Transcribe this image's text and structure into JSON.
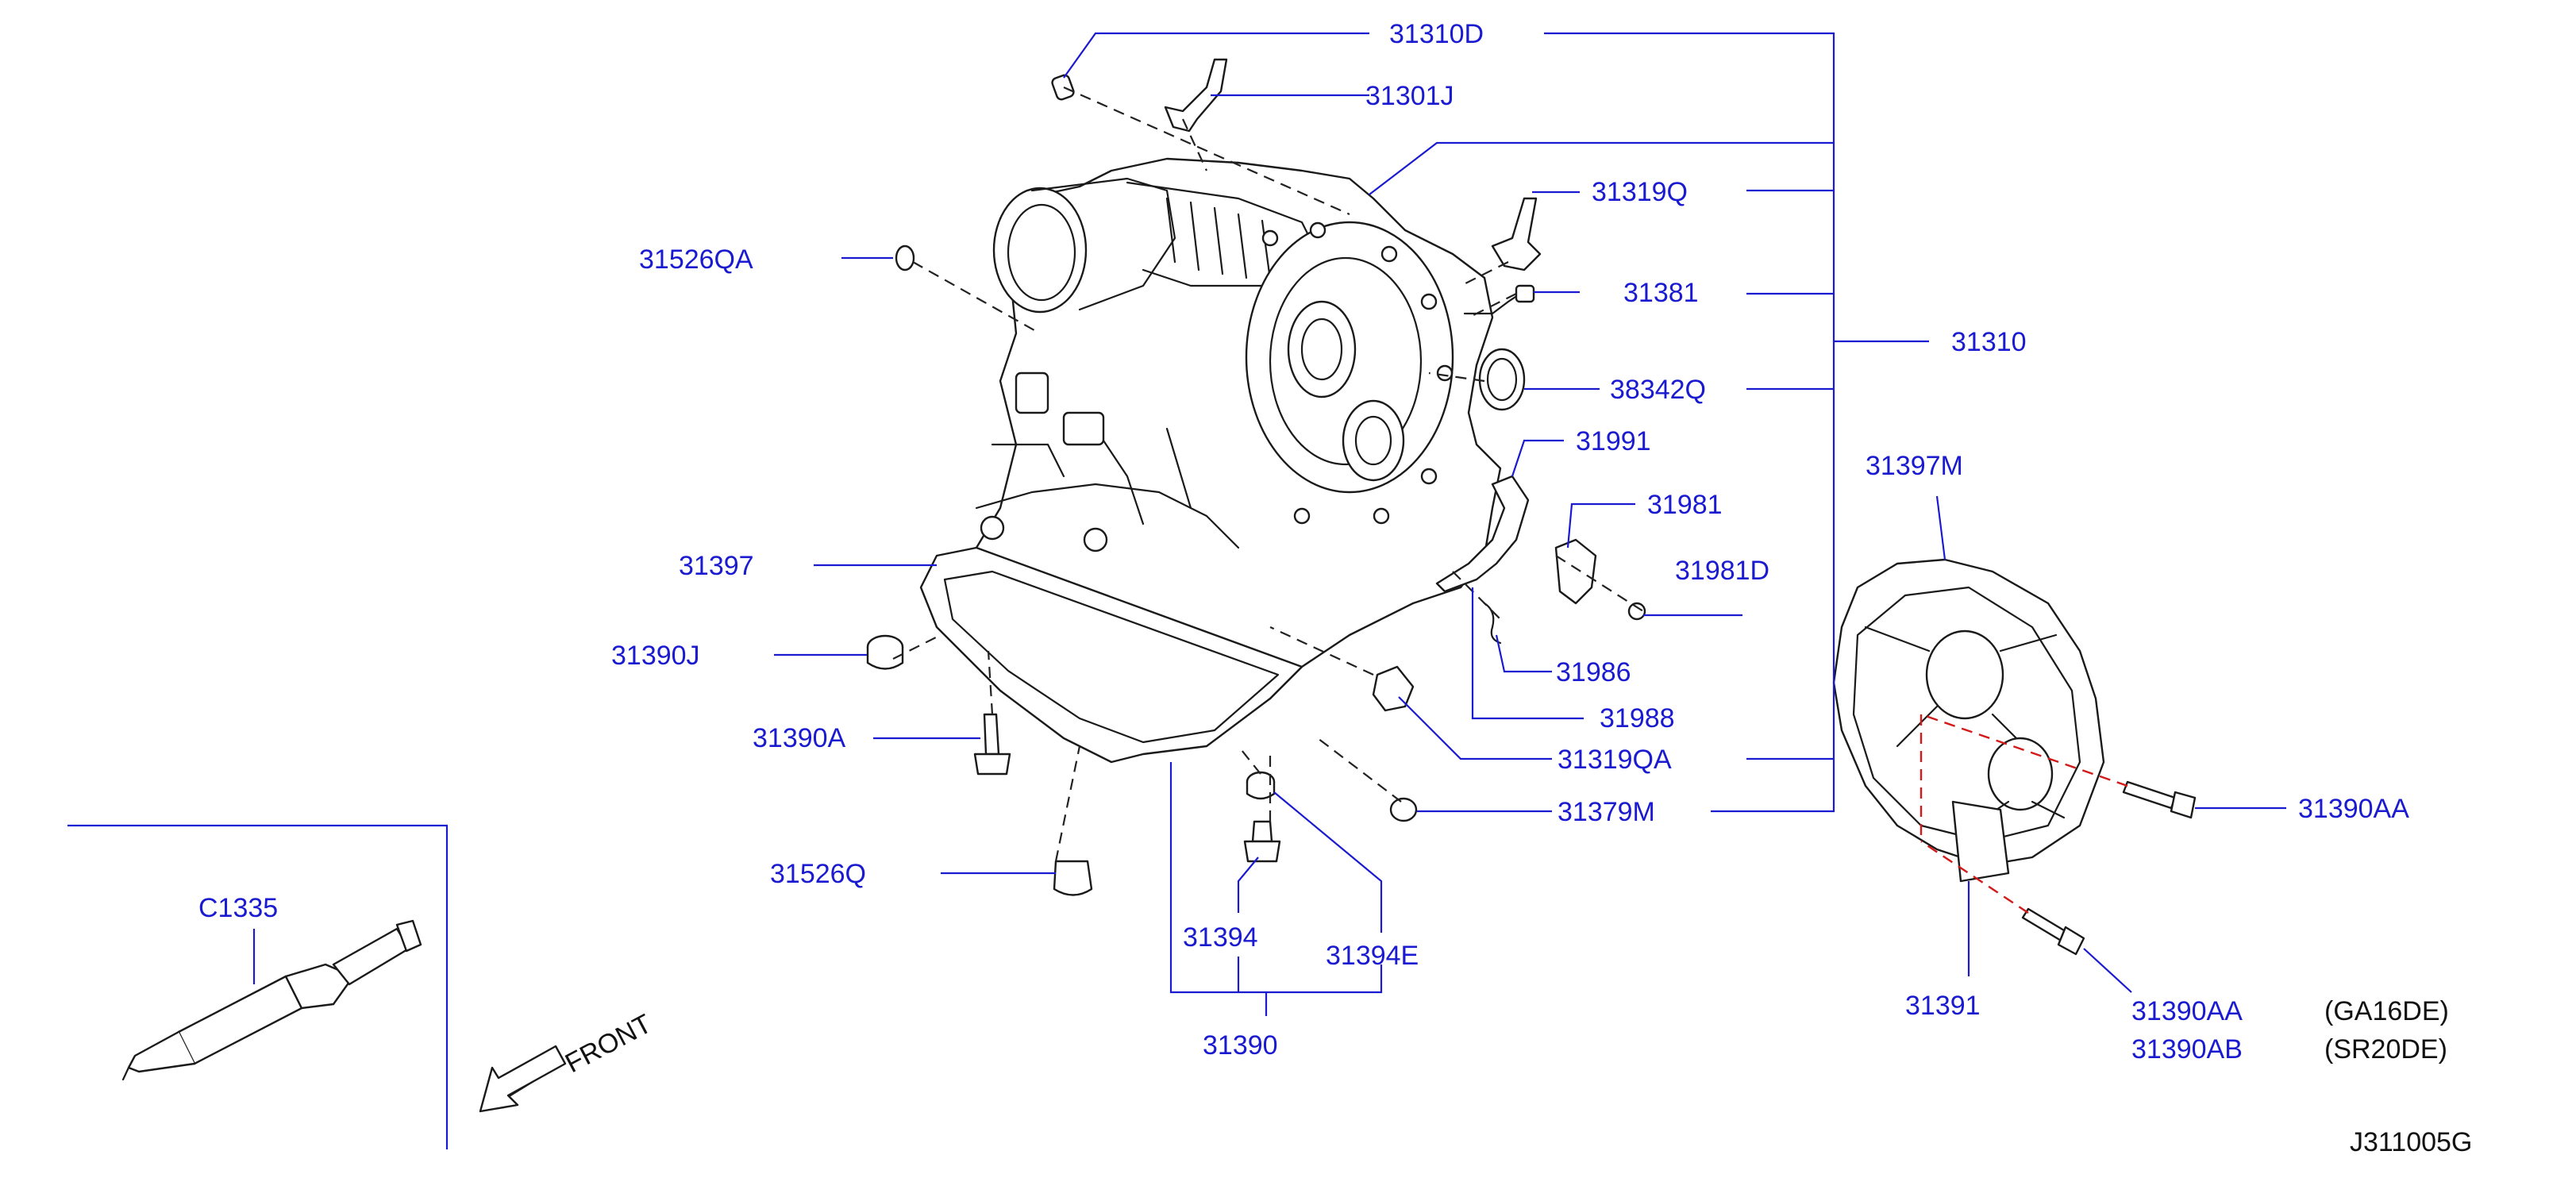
{
  "labels": {
    "p31310D": "31310D",
    "p31301J": "31301J",
    "p31319Q": "31319Q",
    "p31526QA": "31526QA",
    "p31381": "31381",
    "p31310": "31310",
    "p38342Q": "38342Q",
    "p31991": "31991",
    "p31397M": "31397M",
    "p31981": "31981",
    "p31981D": "31981D",
    "p31397": "31397",
    "p31390J": "31390J",
    "p31986": "31986",
    "p31988": "31988",
    "p31390A": "31390A",
    "p31319QA": "31319QA",
    "p31379M": "31379M",
    "p31390AA_top": "31390AA",
    "p31526Q": "31526Q",
    "pC1335": "C1335",
    "p31394": "31394",
    "p31394E": "31394E",
    "p31391": "31391",
    "p31390AA_bottom": "31390AA",
    "p31390AB": "31390AB",
    "p31390": "31390",
    "engine_ga16de": "(GA16DE)",
    "engine_sr20de": "(SR20DE)",
    "front": "FRONT",
    "diagram_code": "J311005G"
  },
  "icons": {
    "front_arrow": "front-direction-arrow-icon"
  },
  "colors": {
    "label_blue": "#1a1ad0",
    "line_black": "#1a1a1a",
    "highlight_red": "#d21a1a"
  }
}
